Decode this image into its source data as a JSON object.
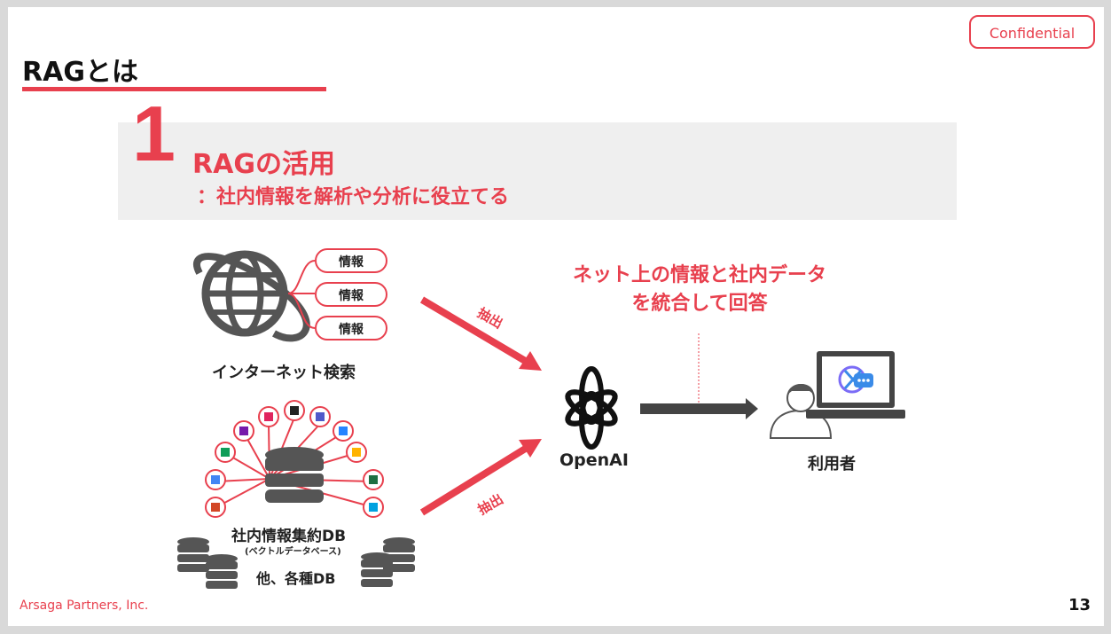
{
  "badge": "Confidential",
  "title": "RAGとは",
  "section": {
    "number": "1",
    "heading": "RAGの活用",
    "subheading": "：社内情報を解析や分析に役立てる"
  },
  "diagram": {
    "info_pills": [
      "情報",
      "情報",
      "情報"
    ],
    "internet_label": "インターネット検索",
    "db_label": "社内情報集約DB",
    "db_sublabel": "(ベクトルデータベース)",
    "other_db_label": "他、各種DB",
    "extract_label_top": "抽出",
    "extract_label_bottom": "抽出",
    "note_line1": "ネット上の情報と社内データ",
    "note_line2": "を統合して回答",
    "openai_label": "OpenAI",
    "user_label": "利用者",
    "accent_color": "#e8404e"
  },
  "footer": {
    "company": "Arsaga Partners, Inc.",
    "page": "13"
  }
}
